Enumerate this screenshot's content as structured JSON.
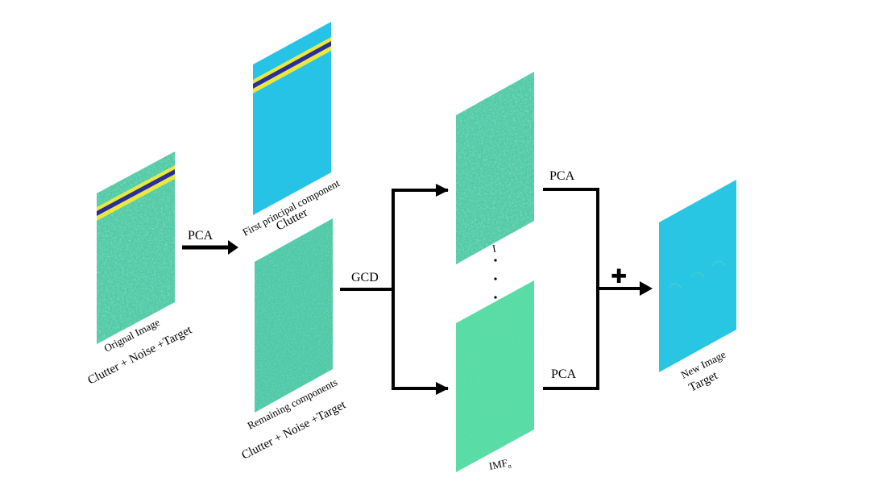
{
  "colors": {
    "background": "#ffffff",
    "noise_panel": "#4fc7a7",
    "clutter_panel": "#27c3e6",
    "target_panel": "#28c6e3",
    "imf_panel": "#56dba4",
    "clutter_band_dark": "#2a2f9a",
    "clutter_band_bright": "#e8e840",
    "arrow": "#000000"
  },
  "panels": {
    "original": {
      "caption": "Orignal Image",
      "subcaption": "Clutter + Noise +Target"
    },
    "first_pc": {
      "caption": "First principal component",
      "subcaption": "Clutter"
    },
    "remaining": {
      "caption": "Remaining components",
      "subcaption": "Clutter + Noise +Target"
    },
    "imf_1": {
      "caption": "I"
    },
    "imf_n": {
      "caption": "IMF",
      "subscript": "n"
    },
    "new_image": {
      "caption": "New Image",
      "subcaption": "Target"
    }
  },
  "operations": {
    "pca_1": "PCA",
    "gcd": "GCD",
    "pca_top": "PCA",
    "pca_bottom": "PCA",
    "sum_symbol": "✚"
  },
  "icons": {
    "sum": "plus-icon",
    "arrow": "arrow-right-icon",
    "ellipsis": "vertical-ellipsis-icon"
  }
}
